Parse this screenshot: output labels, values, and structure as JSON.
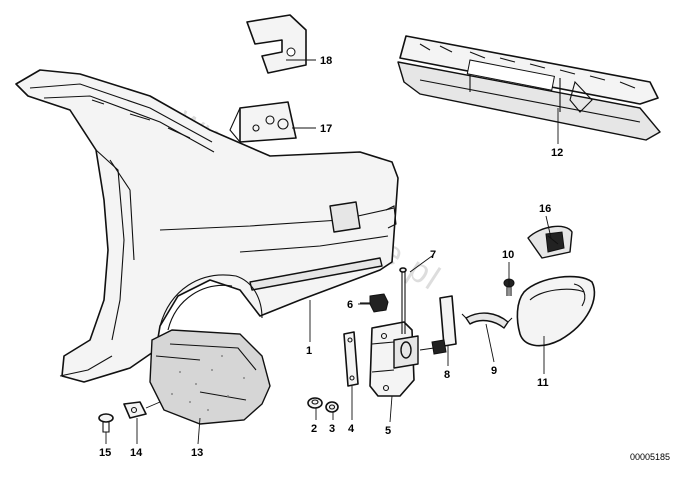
{
  "diagram": {
    "reference_number": "00005185",
    "watermark": "www.BMWstore.pl",
    "callouts": [
      {
        "id": "c1",
        "label": "1"
      },
      {
        "id": "c2",
        "label": "2"
      },
      {
        "id": "c3",
        "label": "3"
      },
      {
        "id": "c4",
        "label": "4"
      },
      {
        "id": "c5",
        "label": "5"
      },
      {
        "id": "c6",
        "label": "6"
      },
      {
        "id": "c7",
        "label": "7"
      },
      {
        "id": "c8",
        "label": "8"
      },
      {
        "id": "c9",
        "label": "9"
      },
      {
        "id": "c10",
        "label": "10"
      },
      {
        "id": "c11",
        "label": "11"
      },
      {
        "id": "c12",
        "label": "12"
      },
      {
        "id": "c13",
        "label": "13"
      },
      {
        "id": "c14",
        "label": "14"
      },
      {
        "id": "c15",
        "label": "15"
      },
      {
        "id": "c16",
        "label": "16"
      },
      {
        "id": "c17",
        "label": "17"
      },
      {
        "id": "c18",
        "label": "18"
      }
    ]
  }
}
